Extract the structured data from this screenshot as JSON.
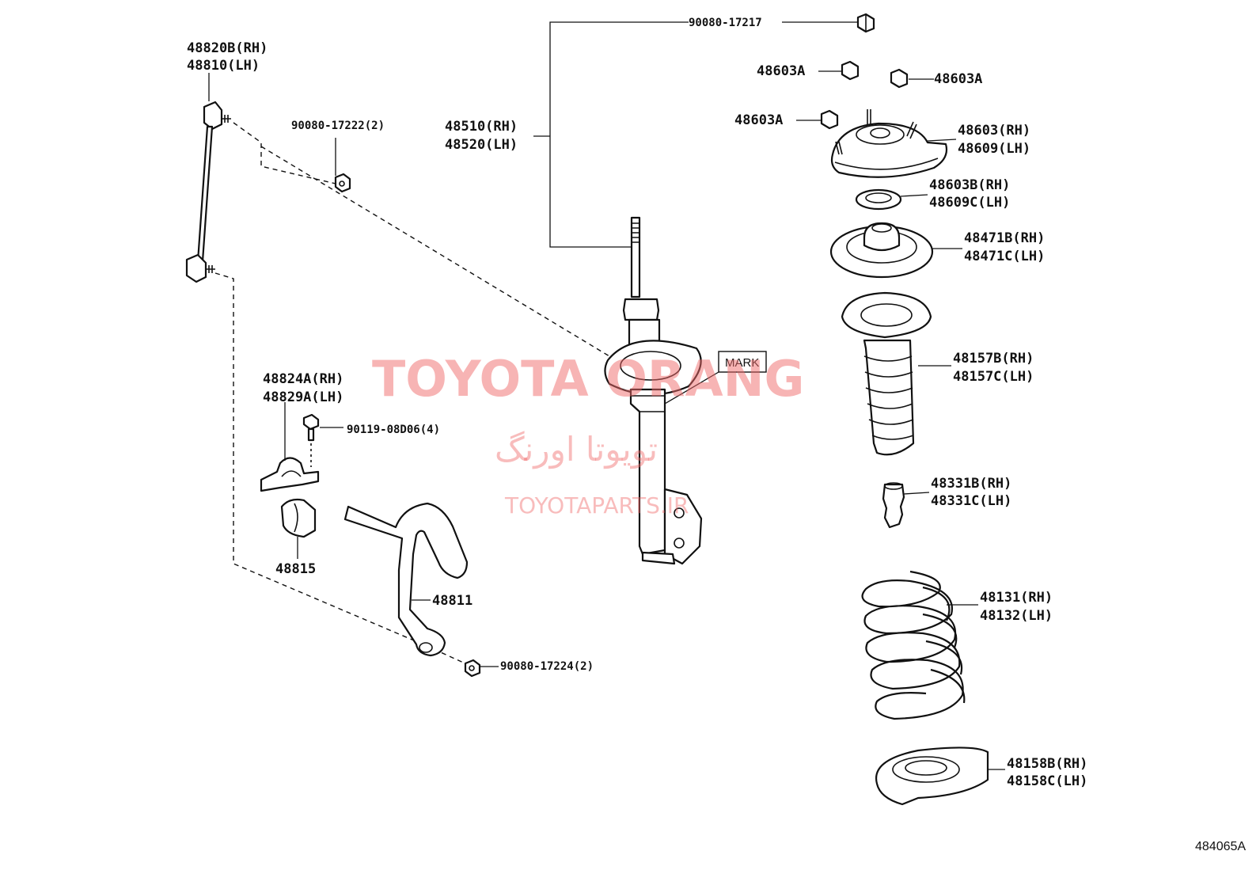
{
  "diagram_id": "484065A",
  "mark_label": "MARK",
  "watermark": {
    "main": "TOYOTA ORANG",
    "persian": "تویوتا اورنگ",
    "url": "TOYOTAPARTS.IR"
  },
  "labels": {
    "p48820b": "48820B(RH)",
    "p48810": "48810(LH)",
    "p90080_17222": "90080-17222(2)",
    "p48510": "48510(RH)",
    "p48520": "48520(LH)",
    "p90080_17217": "90080-17217",
    "p48603a_1": "48603A",
    "p48603a_2": "48603A",
    "p48603a_3": "48603A",
    "p48603": "48603(RH)",
    "p48609": "48609(LH)",
    "p48603b": "48603B(RH)",
    "p48609c": "48609C(LH)",
    "p48471b": "48471B(RH)",
    "p48471c": "48471C(LH)",
    "p48157b": "48157B(RH)",
    "p48157c": "48157C(LH)",
    "p48824a": "48824A(RH)",
    "p48829a": "48829A(LH)",
    "p90119": "90119-08D06(4)",
    "p48815": "48815",
    "p48811": "48811",
    "p48331b": "48331B(RH)",
    "p48331c": "48331C(LH)",
    "p48131": "48131(RH)",
    "p48132": "48132(LH)",
    "p90080_17224": "90080-17224(2)",
    "p48158b": "48158B(RH)",
    "p48158c": "48158C(LH)"
  }
}
